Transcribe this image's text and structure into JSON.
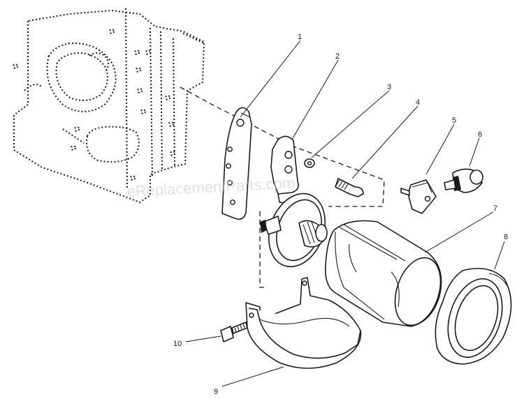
{
  "watermark": "eReplacementParts.com",
  "callouts": [
    {
      "id": "1",
      "label": "1"
    },
    {
      "id": "2",
      "label": "2"
    },
    {
      "id": "3",
      "label": "3"
    },
    {
      "id": "4",
      "label": "4"
    },
    {
      "id": "5",
      "label": "5"
    },
    {
      "id": "6",
      "label": "6"
    },
    {
      "id": "7",
      "label": "7"
    },
    {
      "id": "8",
      "label": "8"
    },
    {
      "id": "9",
      "label": "9"
    },
    {
      "id": "10",
      "label": "10"
    }
  ]
}
